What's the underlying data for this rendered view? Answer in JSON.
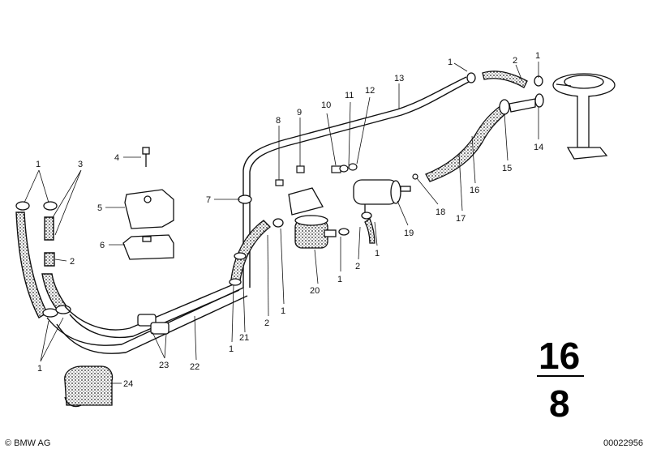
{
  "labels": [
    {
      "id": "l1a",
      "text": "1"
    },
    {
      "id": "l3",
      "text": "3"
    },
    {
      "id": "l2a",
      "text": "2"
    },
    {
      "id": "l1b",
      "text": "1"
    },
    {
      "id": "l4",
      "text": "4"
    },
    {
      "id": "l5",
      "text": "5"
    },
    {
      "id": "l6",
      "text": "6"
    },
    {
      "id": "l24",
      "text": "24"
    },
    {
      "id": "l23",
      "text": "23"
    },
    {
      "id": "l22",
      "text": "22"
    },
    {
      "id": "l1c",
      "text": "1"
    },
    {
      "id": "l21",
      "text": "21"
    },
    {
      "id": "l2b",
      "text": "2"
    },
    {
      "id": "l1d",
      "text": "1"
    },
    {
      "id": "l7",
      "text": "7"
    },
    {
      "id": "l8",
      "text": "8"
    },
    {
      "id": "l9",
      "text": "9"
    },
    {
      "id": "l10",
      "text": "10"
    },
    {
      "id": "l11",
      "text": "11"
    },
    {
      "id": "l12",
      "text": "12"
    },
    {
      "id": "l20",
      "text": "20"
    },
    {
      "id": "l1e",
      "text": "1"
    },
    {
      "id": "l2c",
      "text": "2"
    },
    {
      "id": "l1f",
      "text": "1"
    },
    {
      "id": "l19",
      "text": "19"
    },
    {
      "id": "l18",
      "text": "18"
    },
    {
      "id": "l13",
      "text": "13"
    },
    {
      "id": "l1g",
      "text": "1"
    },
    {
      "id": "l2d",
      "text": "2"
    },
    {
      "id": "l1h",
      "text": "1"
    },
    {
      "id": "l14",
      "text": "14"
    },
    {
      "id": "l15",
      "text": "15"
    },
    {
      "id": "l16",
      "text": "16"
    },
    {
      "id": "l17",
      "text": "17"
    }
  ],
  "group_number": "16",
  "subgroup_number": "8",
  "copyright": "© BMW AG",
  "drawing_number": "00022956"
}
